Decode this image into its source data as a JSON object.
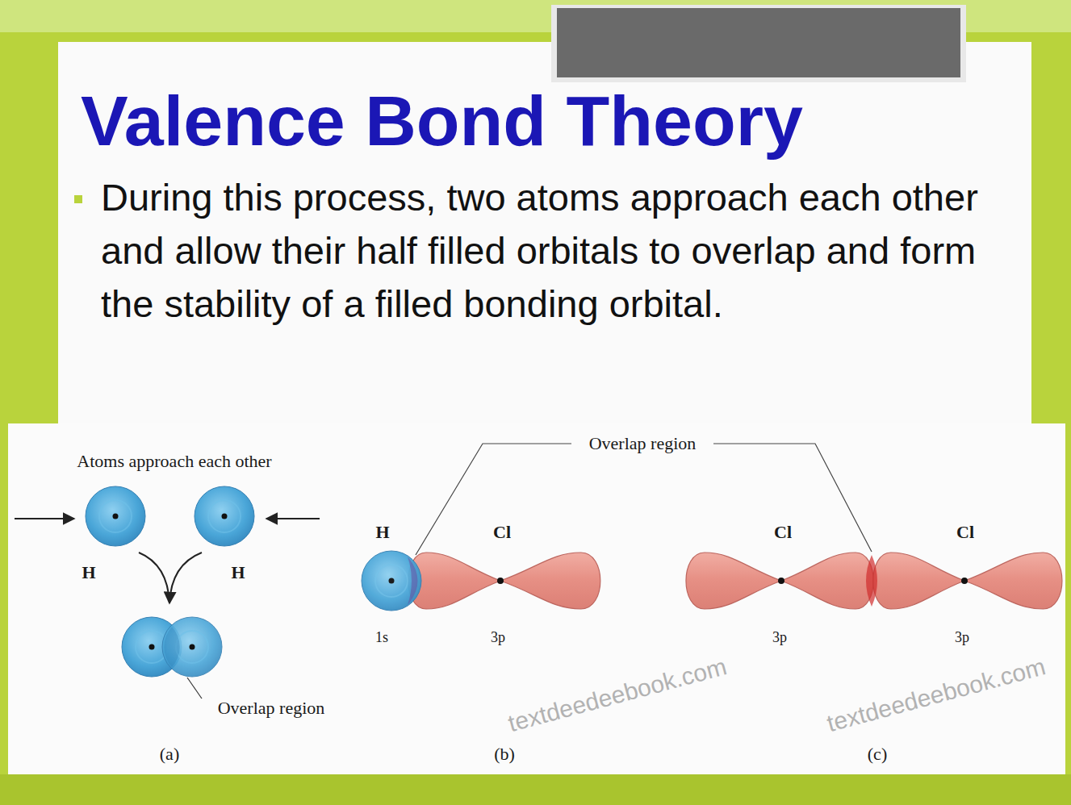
{
  "diagram": {
    "title": "Valence Bond Theory",
    "labels": [
      "During this process, two atoms approach each other and allow their half filled orbitals to overlap and form the stability of a filled bonding orbital.",
      "Atoms approach each other",
      "H",
      "H",
      "Overlap region",
      "(a)",
      "Overlap region",
      "H",
      "Cl",
      "1s",
      "3p",
      "(b)",
      "Cl",
      "3p",
      "Cl",
      "3p",
      "(c)",
      "textdeedeebook.com",
      "textdeedeebook.com"
    ]
  }
}
